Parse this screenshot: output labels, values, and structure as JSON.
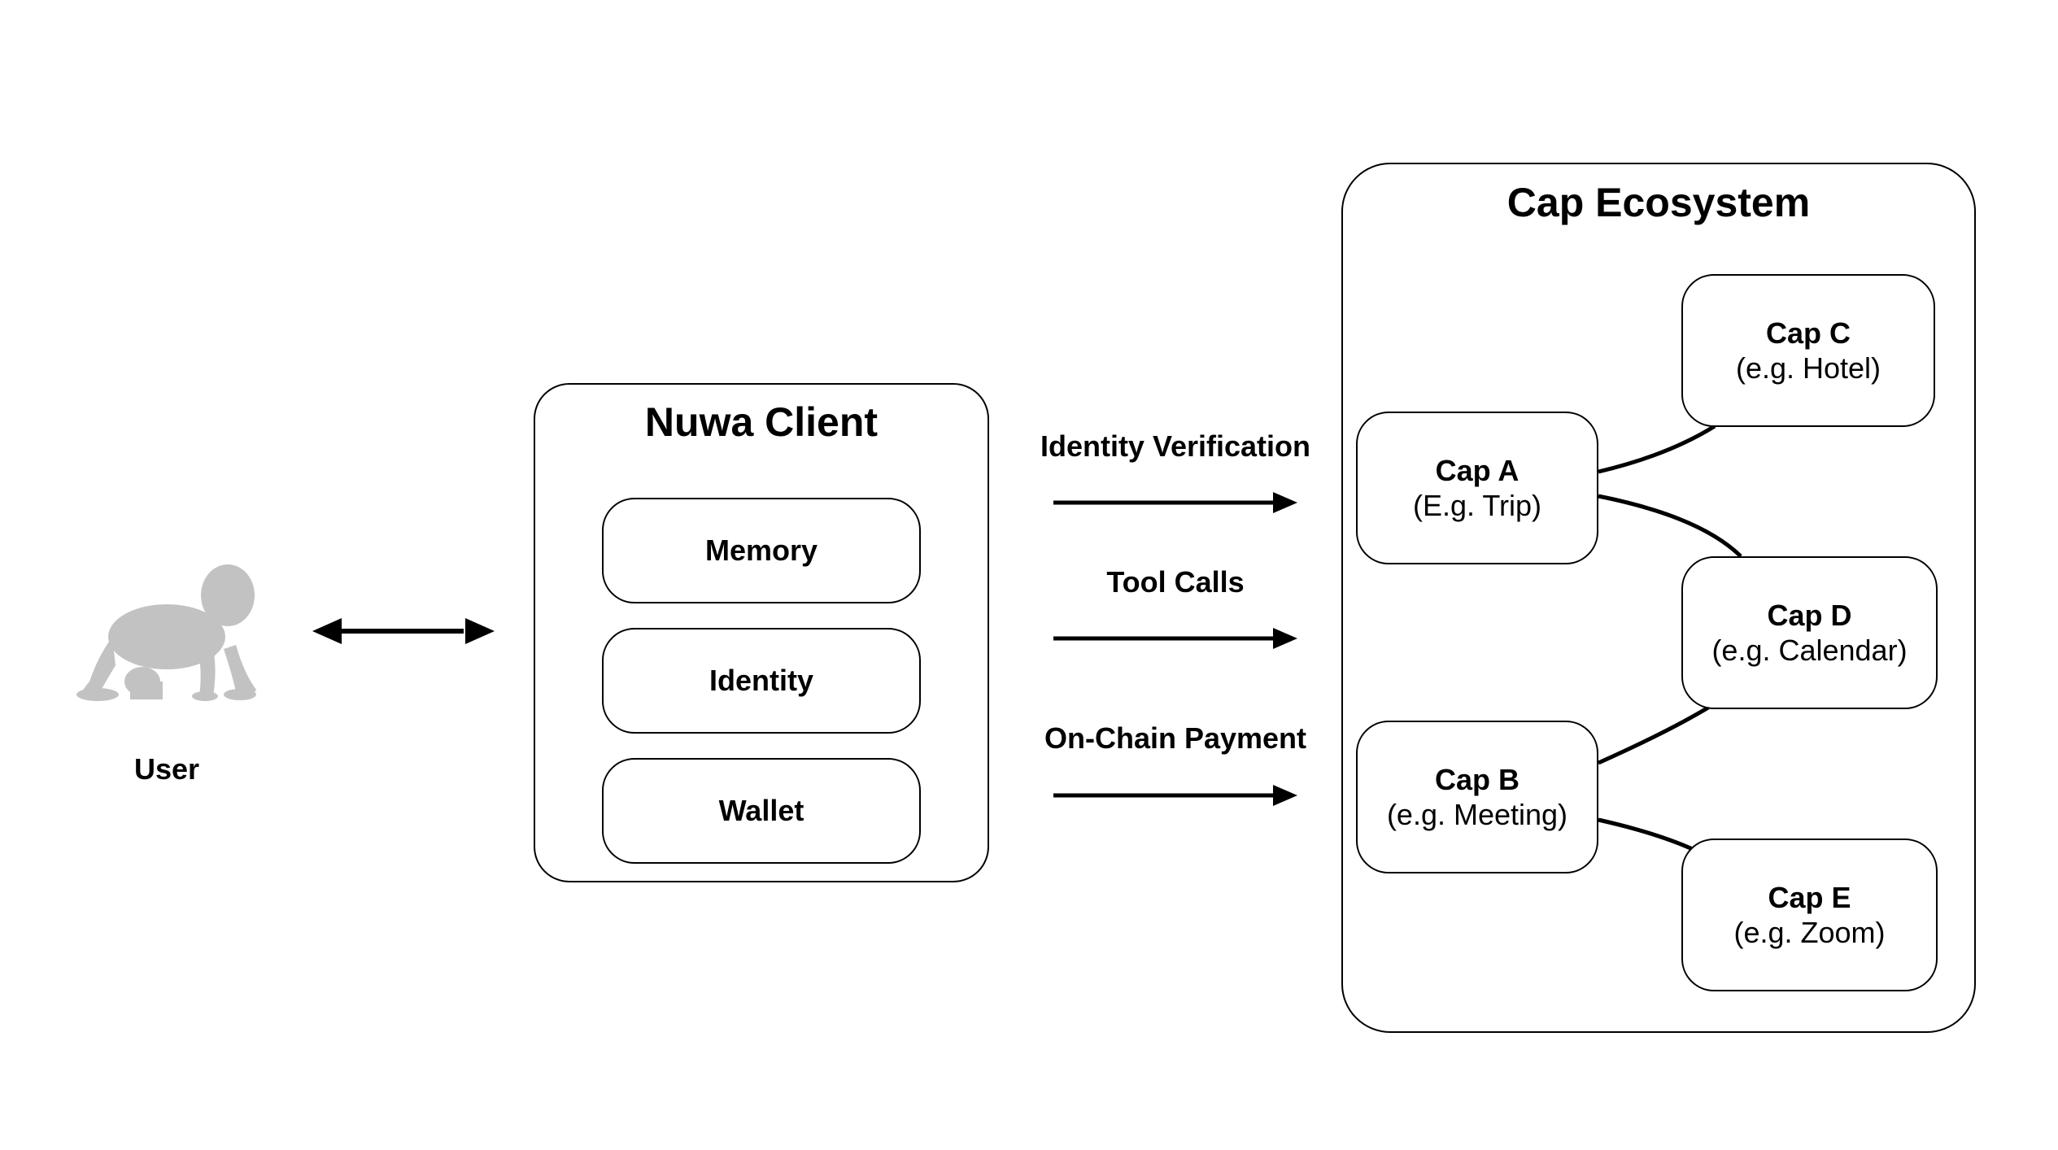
{
  "user": {
    "label": "User",
    "icon": "crawling-baby-icon",
    "icon_color": "#c2c2c2"
  },
  "nuwa_client": {
    "title": "Nuwa Client",
    "modules": [
      "Memory",
      "Identity",
      "Wallet"
    ]
  },
  "flows": [
    {
      "label": "Identity Verification"
    },
    {
      "label": "Tool Calls"
    },
    {
      "label": "On-Chain Payment"
    }
  ],
  "cap_ecosystem": {
    "title": "Cap Ecosystem",
    "caps": [
      {
        "id": "a",
        "name": "Cap A",
        "desc": "(E.g. Trip)"
      },
      {
        "id": "b",
        "name": "Cap B",
        "desc": "(e.g. Meeting)"
      },
      {
        "id": "c",
        "name": "Cap C",
        "desc": "(e.g. Hotel)"
      },
      {
        "id": "d",
        "name": "Cap D",
        "desc": "(e.g. Calendar)"
      },
      {
        "id": "e",
        "name": "Cap E",
        "desc": "(e.g. Zoom)"
      }
    ],
    "connections": [
      [
        "Cap A",
        "Cap C"
      ],
      [
        "Cap A",
        "Cap D"
      ],
      [
        "Cap B",
        "Cap D"
      ],
      [
        "Cap B",
        "Cap E"
      ]
    ]
  },
  "colors": {
    "stroke": "#000000",
    "background": "#ffffff",
    "user_icon": "#c2c2c2"
  }
}
